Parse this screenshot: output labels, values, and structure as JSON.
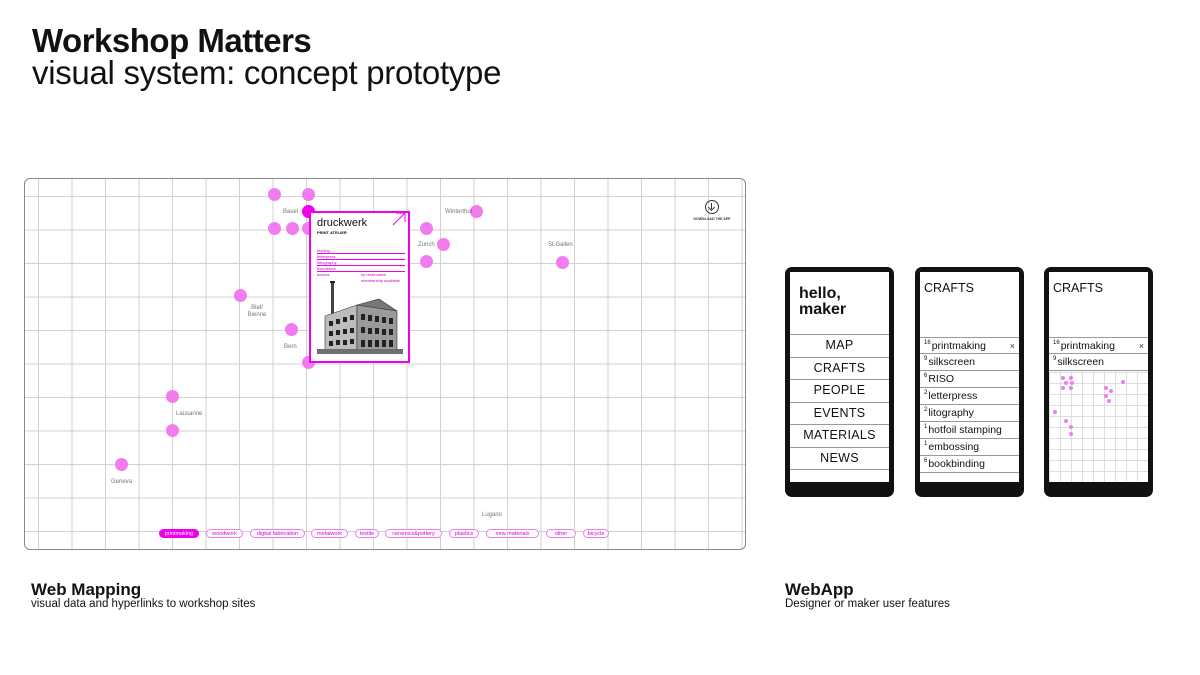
{
  "header": {
    "title": "Workshop Matters",
    "subtitle": "visual system: concept prototype"
  },
  "map": {
    "cities": [
      {
        "name": "Basel"
      },
      {
        "name": "Winterthur"
      },
      {
        "name": "Zurich"
      },
      {
        "name": "St.Gallen"
      },
      {
        "name": "Biel/ Bienne"
      },
      {
        "name": "Bern"
      },
      {
        "name": "Lausanne"
      },
      {
        "name": "Geneva"
      },
      {
        "name": "Lugano"
      }
    ],
    "download_label": "DOWNLOAD THE APP",
    "card": {
      "title": "druckwerk",
      "subtitle": "PRINT ATELIER",
      "crafts": [
        "etching",
        "letterpress",
        "lithography",
        "woodblock"
      ],
      "access_label": "access",
      "access_value": "by reservation",
      "membership": "membership available"
    },
    "filters": [
      {
        "label": "printmaking",
        "active": true
      },
      {
        "label": "woodwork",
        "active": false
      },
      {
        "label": "digital fabrication",
        "active": false
      },
      {
        "label": "metalwork",
        "active": false
      },
      {
        "label": "textile",
        "active": false
      },
      {
        "label": "ceramics&pottery",
        "active": false
      },
      {
        "label": "plastics",
        "active": false
      },
      {
        "label": "new materials",
        "active": false
      },
      {
        "label": "other",
        "active": false
      },
      {
        "label": "bicycle",
        "active": false
      }
    ],
    "accent_color": "#ee00ee",
    "dot_color": "#f07cf0"
  },
  "sections": {
    "web_title": "Web Mapping",
    "web_desc": "visual data and hyperlinks to workshop sites",
    "app_title": "WebApp",
    "app_desc": "Designer or maker user features"
  },
  "phone1": {
    "greeting_line1": "hello,",
    "greeting_line2": "maker",
    "menu": [
      "MAP",
      "CRAFTS",
      "PEOPLE",
      "EVENTS",
      "MATERIALS",
      "NEWS"
    ]
  },
  "phone2": {
    "heading": "CRAFTS",
    "list": [
      {
        "count": "16",
        "name": "printmaking"
      },
      {
        "count": "9",
        "name": "silkscreen"
      },
      {
        "count": "6",
        "name": "RISO"
      },
      {
        "count": "2",
        "name": "letterpress"
      },
      {
        "count": "2",
        "name": "litography"
      },
      {
        "count": "1",
        "name": "hotfoil stamping"
      },
      {
        "count": "1",
        "name": "embossing"
      },
      {
        "count": "6",
        "name": "bookbinding"
      }
    ],
    "close_icon": "×"
  },
  "phone3": {
    "heading": "CRAFTS",
    "list": [
      {
        "count": "16",
        "name": "printmaking"
      },
      {
        "count": "9",
        "name": "silkscreen"
      }
    ],
    "close_icon": "×"
  }
}
